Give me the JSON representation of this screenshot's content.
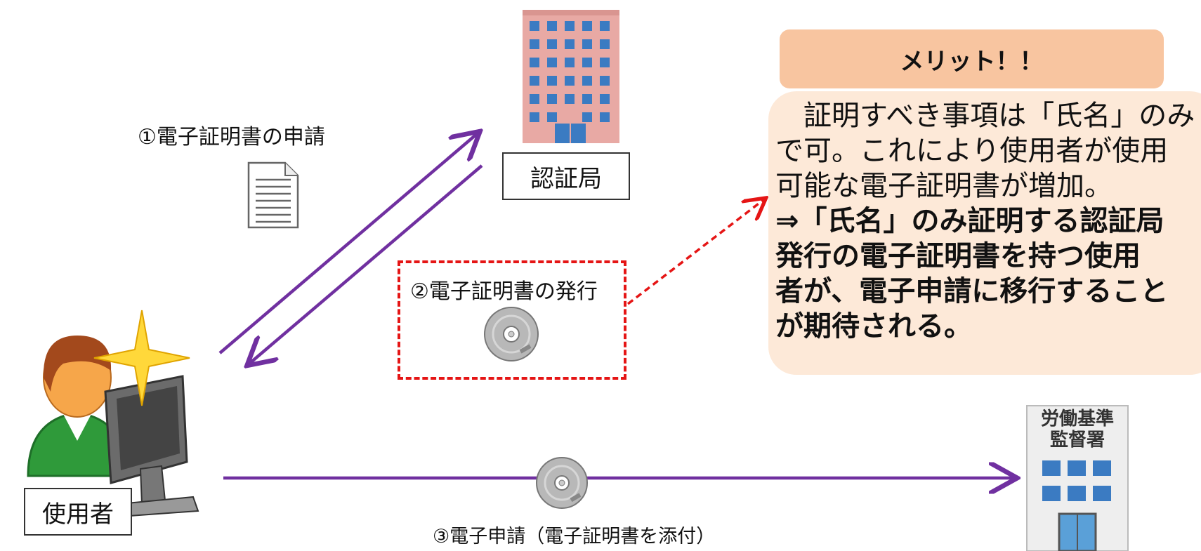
{
  "steps": {
    "apply": "①電子証明書の申請",
    "issue": "②電子証明書の発行",
    "submit": "③電子申請（電子証明書を添付）"
  },
  "labels": {
    "ca": "認証局",
    "user": "使用者",
    "office_sign_line1": "労働基準",
    "office_sign_line2": "監督署"
  },
  "merit": {
    "title": "メリット！！",
    "lines": [
      "　証明すべき事項は「氏名」のみ",
      "で可。これにより使用者が使用",
      "可能な電子証明書が増加。"
    ],
    "bold_lines": [
      "⇒「氏名」のみ証明する認証局",
      "発行の電子証明書を持つ使用",
      "者が、電子申請に移行すること",
      "が期待される。"
    ]
  },
  "colors": {
    "arrow": "#7030a0",
    "dashed": "#e51515",
    "merit_header": "#f8c5a0",
    "merit_body": "#fde9d8"
  },
  "icons": [
    "document-icon",
    "building-icon",
    "cd-icon",
    "user-computer-icon",
    "sparkle-icon",
    "labor-office-icon"
  ]
}
